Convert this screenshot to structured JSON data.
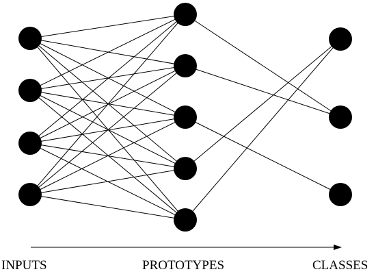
{
  "labels": {
    "inputs": "INPUTS",
    "prototypes": "PROTOTYPES",
    "classes": "CLASSES"
  },
  "colors": {
    "nodes": "#000000",
    "edges": "#000000",
    "background": "#ffffff"
  },
  "layers": {
    "inputs": {
      "count": 4
    },
    "prototypes": {
      "count": 5
    },
    "classes": {
      "count": 3
    }
  },
  "connections": {
    "inputs_to_prototypes": "all",
    "prototypes_to_classes": [
      {
        "from": 0,
        "to": 1
      },
      {
        "from": 1,
        "to": 1
      },
      {
        "from": 2,
        "to": 2
      },
      {
        "from": 3,
        "to": 0
      },
      {
        "from": 4,
        "to": 0
      }
    ]
  }
}
